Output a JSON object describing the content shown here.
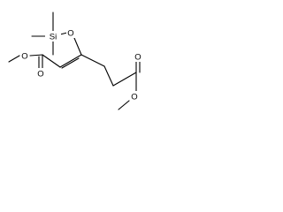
{
  "molecule": {
    "atoms": [
      {
        "id": "si",
        "symbol": "Si"
      },
      {
        "id": "o_tms",
        "symbol": "O"
      },
      {
        "id": "o_ester1_carbonyl",
        "symbol": "O"
      },
      {
        "id": "o_ester1_ether",
        "symbol": "O"
      },
      {
        "id": "o_ester2_carbonyl",
        "symbol": "O"
      },
      {
        "id": "o_ester2_ether",
        "symbol": "O"
      }
    ]
  }
}
